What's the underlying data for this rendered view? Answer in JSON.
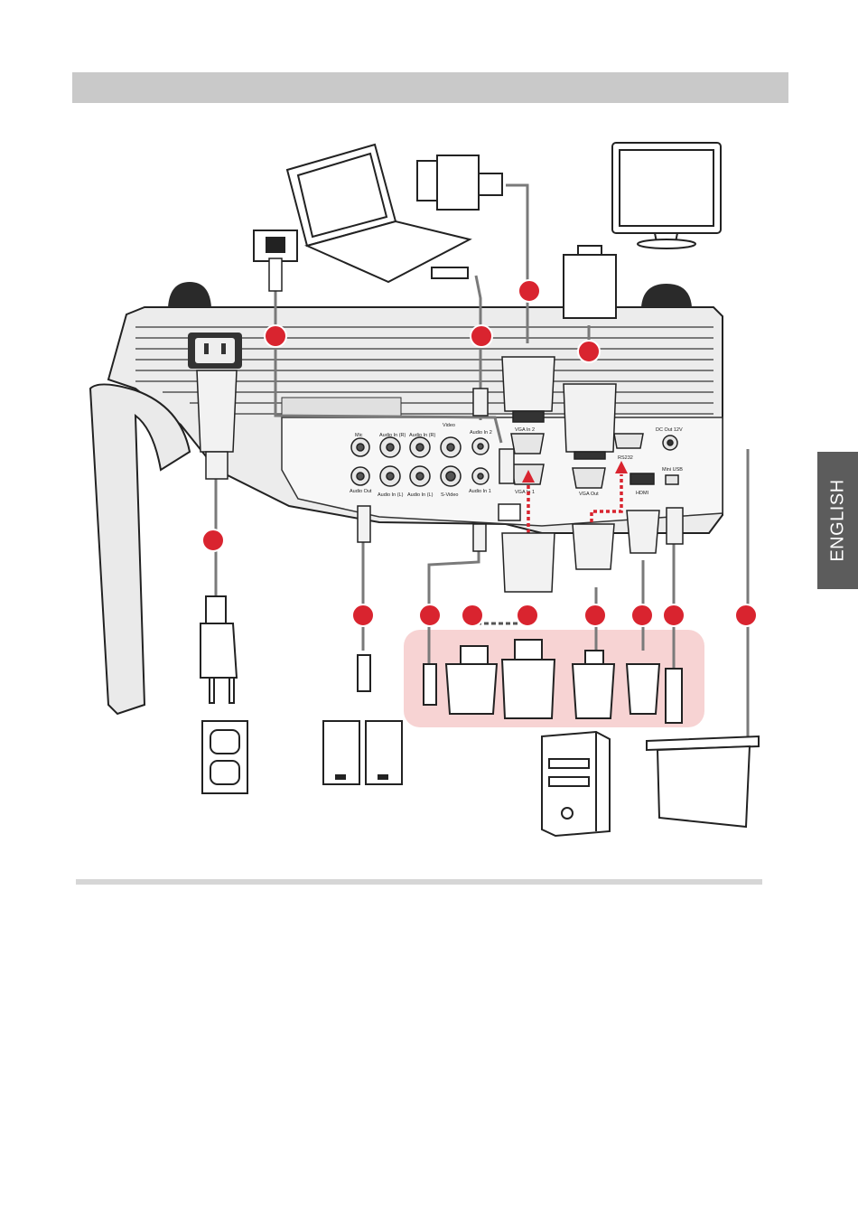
{
  "side_tab": {
    "label": "ENGLISH"
  },
  "panel": {
    "port_labels": {
      "mic": "Mic",
      "audio_out": "Audio Out",
      "audio_in_r_1": "Audio In (R)",
      "audio_in_r_2": "Audio In (R)",
      "audio_in_l_1": "Audio In (L)",
      "audio_in_l_2": "Audio In (L)",
      "video": "Video",
      "s_video": "S-Video",
      "audio_in_2": "Audio In 2",
      "audio_in_1": "Audio In 1",
      "vga_in_2": "VGA In 2",
      "vga_in_1": "VGA In 1",
      "vga_out": "VGA Out",
      "rs232": "RS232",
      "hdmi": "HDMI",
      "dc_out": "DC Out 12V",
      "mini_usb": "Mini USB"
    }
  },
  "colors": {
    "callout_fill": "#d9242f",
    "highlight_bg": "#f7d3d3",
    "arrow_red": "#d9242f",
    "cable_gray": "#7a7a7a"
  }
}
